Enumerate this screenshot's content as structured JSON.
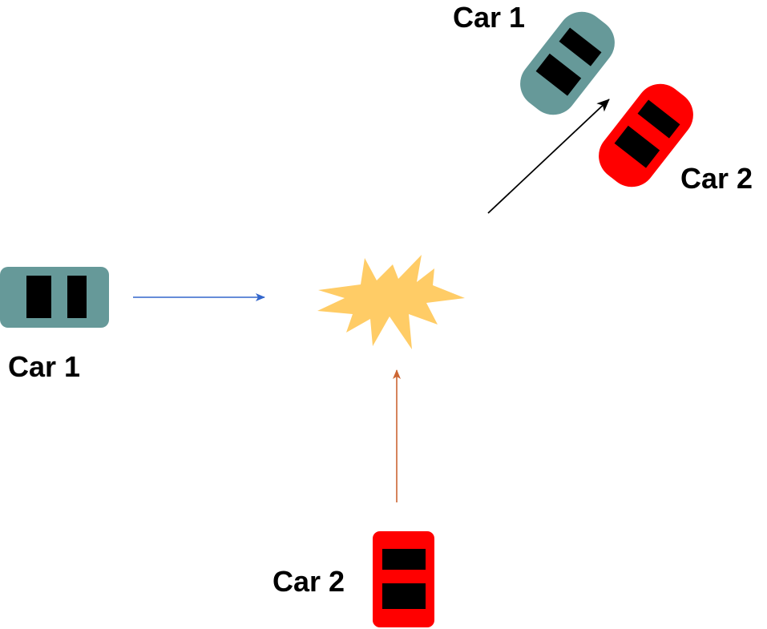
{
  "labels": {
    "car1_before": "Car 1",
    "car2_before": "Car 2",
    "car1_after": "Car 1",
    "car2_after": "Car 2"
  },
  "colors": {
    "car1_body": "#669999",
    "car2_body": "#ff0000",
    "window": "#000000",
    "explosion": "#ffcc66",
    "arrow_car1": "#3366cc",
    "arrow_car2": "#cc6633",
    "arrow_after": "#000000"
  },
  "icons": [
    "car-icon",
    "explosion-icon",
    "arrow-icon"
  ]
}
